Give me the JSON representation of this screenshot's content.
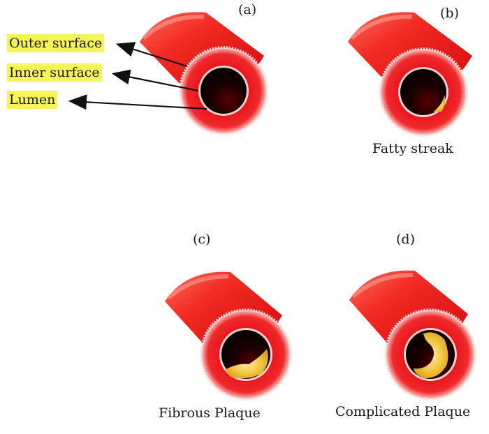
{
  "panels": {
    "a": {
      "tag": "(a)"
    },
    "b": {
      "tag": "(b)",
      "caption": "Fatty streak"
    },
    "c": {
      "tag": "(c)",
      "caption": "Fibrous Plaque"
    },
    "d": {
      "tag": "(d)",
      "caption": "Complicated Plaque"
    }
  },
  "annotations": {
    "outer": "Outer surface",
    "inner": "Inner surface",
    "lumen": "Lumen"
  },
  "colors": {
    "vessel": "#e8141c",
    "wall_edge": "#f7d7d5",
    "lumen": "#000000",
    "plaque": "#f0c23a",
    "highlight": "#f5f55a"
  }
}
